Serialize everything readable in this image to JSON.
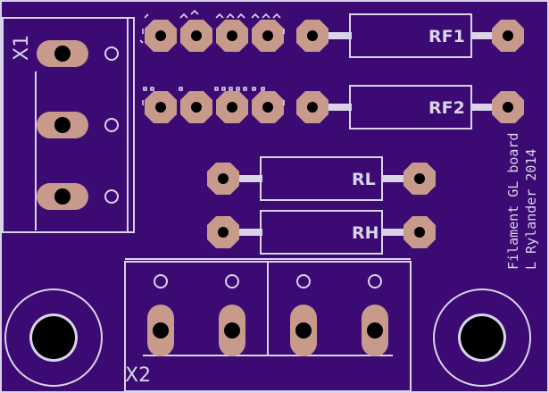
{
  "board": {
    "colors": {
      "substrate": "#3b0b73",
      "silkscreen": "#d9d4e8",
      "copper": "#c79a8c",
      "drill": "#000000"
    }
  },
  "components": {
    "rf1": {
      "label": "RF1"
    },
    "rf2": {
      "label": "RF2"
    },
    "rl": {
      "label": "RL"
    },
    "rh": {
      "label": "RH"
    },
    "x1": {
      "label": "X1"
    },
    "x2": {
      "label": "X2"
    }
  },
  "board_text": {
    "line1": "Filament GL board",
    "line2": "L Rylander 2014"
  }
}
